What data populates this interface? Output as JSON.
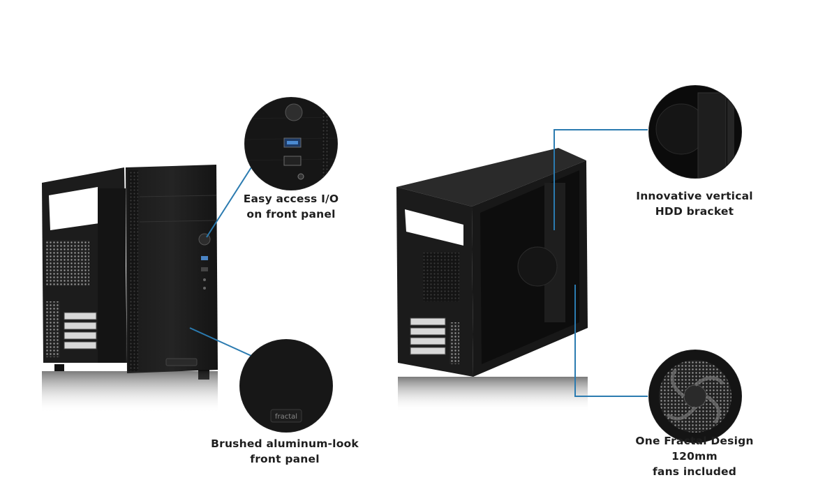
{
  "callouts": {
    "front_io": {
      "line1": "Easy access I/O",
      "line2": "on front panel"
    },
    "front_panel": {
      "line1": "Brushed aluminum-look",
      "line2": "front panel"
    },
    "hdd_bracket": {
      "line1": "Innovative vertical",
      "line2": "HDD bracket"
    },
    "fan": {
      "line1": "One Fractal Design 120mm",
      "line2": "fans included"
    }
  },
  "logo": {
    "brand": "fractal"
  },
  "colors": {
    "leader_line": "#2b7bb0",
    "case_body": "#111111",
    "background": "#ffffff"
  }
}
